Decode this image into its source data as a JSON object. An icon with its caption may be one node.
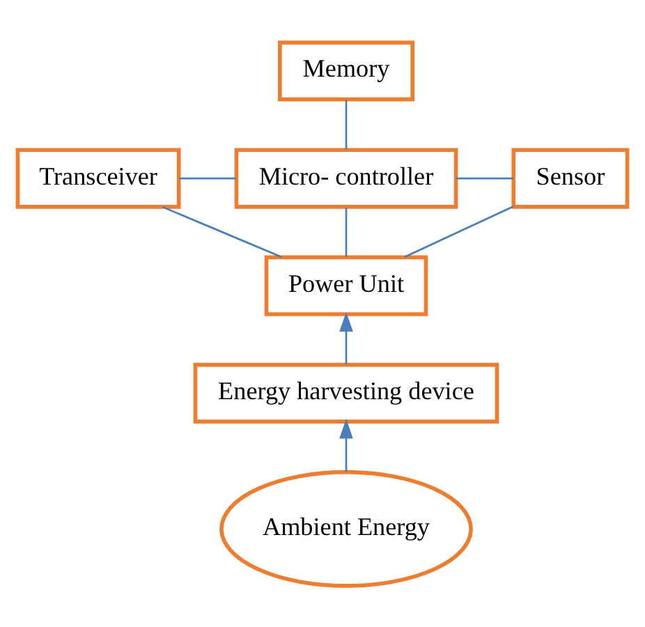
{
  "diagram": {
    "nodes": [
      {
        "text": [
          "Memory"
        ]
      },
      {
        "text": [
          "Micro- controller"
        ]
      },
      {
        "text": [
          "Transceiver"
        ]
      },
      {
        "text": [
          "Sensor"
        ]
      },
      {
        "text": [
          "Power Unit"
        ]
      },
      {
        "text": [
          "Energy harvesting device"
        ]
      },
      {
        "text": [
          "Ambient Energy"
        ]
      }
    ],
    "edges": [
      {
        "from": 1,
        "to": 0,
        "arrow": "none"
      },
      {
        "from": 2,
        "to": 1,
        "arrow": "none"
      },
      {
        "from": 1,
        "to": 3,
        "arrow": "none"
      },
      {
        "from": 4,
        "to": 1,
        "arrow": "none"
      },
      {
        "from": 4,
        "to": 2,
        "arrow": "none"
      },
      {
        "from": 4,
        "to": 3,
        "arrow": "none"
      },
      {
        "from": 5,
        "to": 4,
        "arrow": "to"
      },
      {
        "from": 6,
        "to": 5,
        "arrow": "to"
      }
    ]
  }
}
